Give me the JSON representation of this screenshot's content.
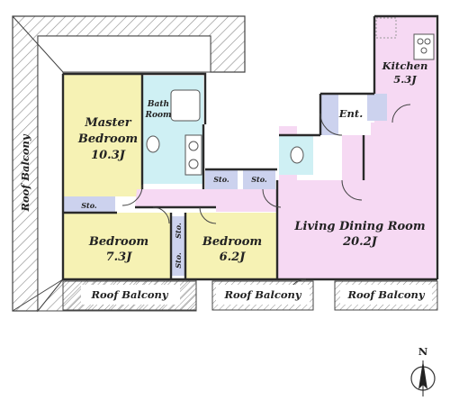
{
  "colors": {
    "bedroom": "#f6f2b4",
    "living": "#f6d9f3",
    "corridor": "#f6d9f3",
    "wet": "#cff0f4",
    "storage": "#ccd2ee",
    "balcony": "#ffffff",
    "hatch": "#888888"
  },
  "rooms": {
    "master": {
      "name_line1": "Master",
      "name_line2": "Bedroom",
      "size": "10.3J"
    },
    "bedroom1": {
      "name": "Bedroom",
      "size": "7.3J"
    },
    "bedroom2": {
      "name": "Bedroom",
      "size": "6.2J"
    },
    "living": {
      "name": "Living Dining Room",
      "size": "20.2J"
    },
    "kitchen": {
      "name": "Kitchen",
      "size": "5.3J"
    },
    "bath": {
      "line1": "Bath",
      "line2": "Room"
    },
    "entrance": {
      "name": "Ent."
    }
  },
  "storage": {
    "label": "Sto."
  },
  "balconies": {
    "roof_left": "Roof Balcony",
    "roof_1": "Roof Balcony",
    "roof_2": "Roof Balcony",
    "roof_3": "Roof Balcony"
  },
  "compass": {
    "letter": "N",
    "icon": "north-arrow-icon"
  }
}
